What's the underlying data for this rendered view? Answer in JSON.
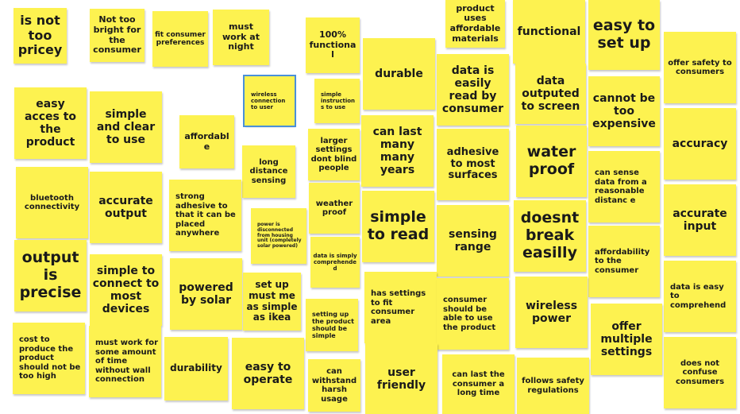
{
  "board": {
    "notes": [
      {
        "text": "is not too pricey"
      },
      {
        "text": "Not too bright for the consumer"
      },
      {
        "text": "fit consumer preferences"
      },
      {
        "text": "must work at night"
      },
      {
        "text": "100% functional"
      },
      {
        "text": "product uses affordable materials"
      },
      {
        "text": "functional"
      },
      {
        "text": "easy to set up"
      },
      {
        "text": "offer safety to consumers"
      },
      {
        "text": "durable"
      },
      {
        "text": "data is easily read by consumer"
      },
      {
        "text": "data outputed to screen"
      },
      {
        "text": "wireless connection to user"
      },
      {
        "text": "simple instructions to use"
      },
      {
        "text": "easy acces to the product"
      },
      {
        "text": "simple and clear to use"
      },
      {
        "text": "affordable"
      },
      {
        "text": "cannot be too expensive"
      },
      {
        "text": "accuracy"
      },
      {
        "text": "can last many many years"
      },
      {
        "text": "larger settings dont blind people"
      },
      {
        "text": "adhesive to most surfaces"
      },
      {
        "text": "water proof"
      },
      {
        "text": "long distance sensing"
      },
      {
        "text": "bluetooth connectivity"
      },
      {
        "text": "accurate output"
      },
      {
        "text": "strong adhesive to that it can be placed anywhere"
      },
      {
        "text": "can sense data from a reasonable distanc e"
      },
      {
        "text": "weather proof"
      },
      {
        "text": "simple to read"
      },
      {
        "text": "accurate input"
      },
      {
        "text": "sensing range"
      },
      {
        "text": "doesnt break easilly"
      },
      {
        "text": "power is disconnected from housing unit (completely solar powered)"
      },
      {
        "text": "output is precise"
      },
      {
        "text": "simple to connect to most devices"
      },
      {
        "text": "data is simply comprehended"
      },
      {
        "text": "affordability to the consumer"
      },
      {
        "text": "powered by solar"
      },
      {
        "text": "set up must me as simple as ikea"
      },
      {
        "text": "has settings to fit consumer area"
      },
      {
        "text": "consumer should be able to use the product"
      },
      {
        "text": "wireless power"
      },
      {
        "text": "data is easy to comprehend"
      },
      {
        "text": "setting up the product should be simple"
      },
      {
        "text": "offer multiple settings"
      },
      {
        "text": "cost to produce the product should not be too high"
      },
      {
        "text": "must work for some amount of time without wall connection"
      },
      {
        "text": "durability"
      },
      {
        "text": "easy to operate"
      },
      {
        "text": "can withstand harsh usage"
      },
      {
        "text": "user friendly"
      },
      {
        "text": "can last the consumer a long time"
      },
      {
        "text": "follows safety regulations"
      },
      {
        "text": "does not confuse consumers"
      }
    ]
  }
}
